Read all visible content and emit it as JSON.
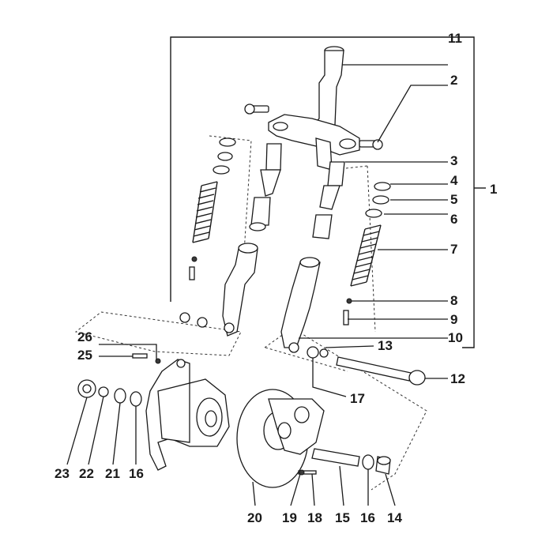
{
  "labels": [
    "11",
    "2",
    "3",
    "4",
    "5",
    "6",
    "7",
    "1",
    "8",
    "9",
    "10",
    "13",
    "12",
    "17",
    "26",
    "25",
    "23",
    "22",
    "21",
    "16",
    "20",
    "19",
    "18",
    "15",
    "16",
    "14"
  ],
  "colors": {
    "ink": "#1a1a1a",
    "background": "#ffffff"
  },
  "icons": {
    "parts": "front-suspension-exploded-diagram"
  }
}
